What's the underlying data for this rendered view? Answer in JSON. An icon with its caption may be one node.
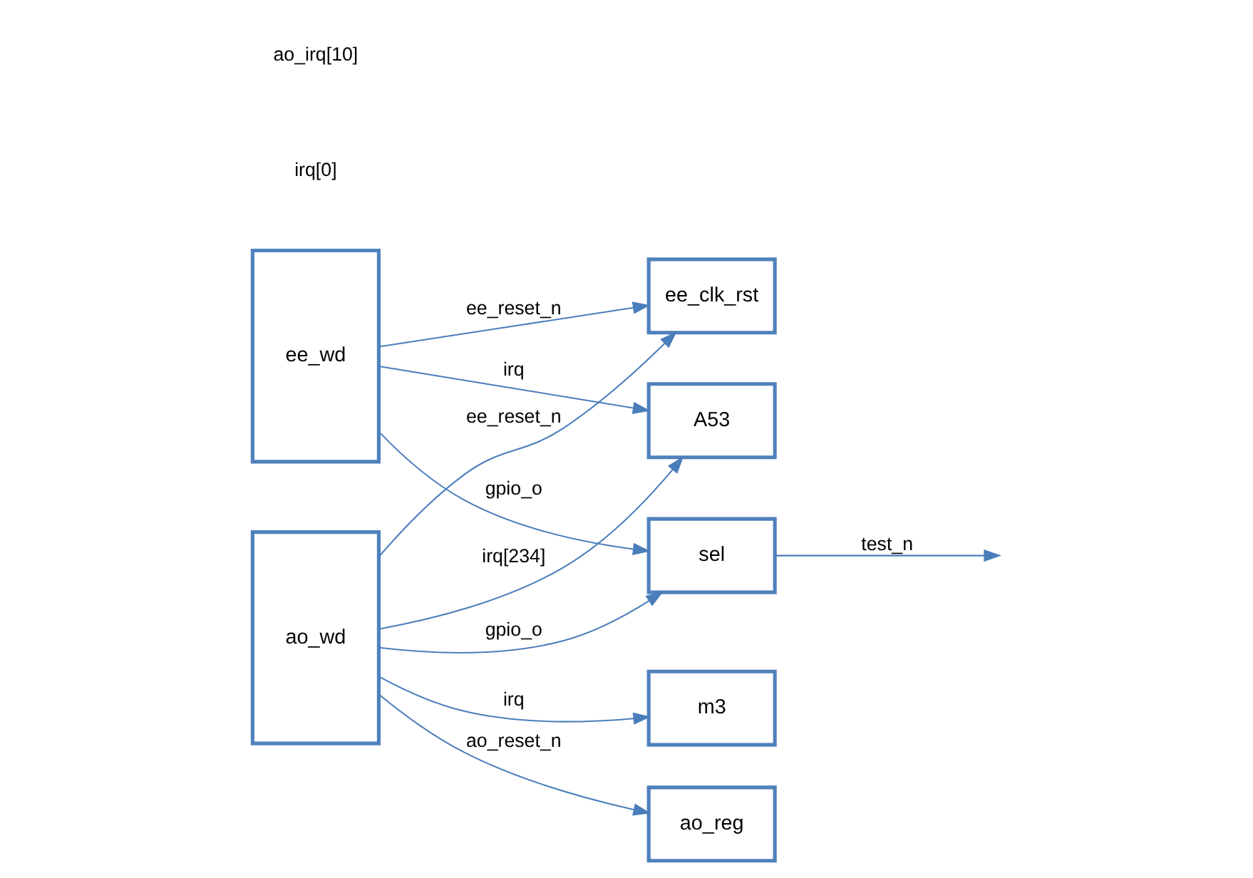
{
  "diagram": {
    "nodes": [
      {
        "text": [
          "ee_wd"
        ]
      },
      {
        "text": [
          "ee_clk_rst"
        ]
      },
      {
        "text": [
          "A53"
        ]
      },
      {
        "text": [
          "sel"
        ]
      },
      {
        "text": [
          "ao_wd"
        ]
      },
      {
        "text": [
          "m3"
        ]
      },
      {
        "text": [
          "ao_reg"
        ]
      }
    ],
    "edges": [
      {
        "from": 0,
        "to": 1,
        "arrow": "to",
        "label": "ee_reset_n"
      },
      {
        "from": 4,
        "to": 1,
        "arrow": "to",
        "label": "ee_reset_n"
      },
      {
        "from": 0,
        "to": 2,
        "arrow": "to",
        "label": "irq"
      },
      {
        "from": 4,
        "to": 2,
        "arrow": "to",
        "label": "irq[234]"
      },
      {
        "from": 0,
        "to": 3,
        "arrow": "to",
        "label": "gpio_o"
      },
      {
        "from": 3,
        "to": null,
        "arrow": "to",
        "label": "test_n"
      },
      {
        "from": 4,
        "to": 5,
        "arrow": "to",
        "label": "irq"
      },
      {
        "from": 4,
        "to": 3,
        "arrow": "to",
        "label": "gpio_o"
      },
      {
        "from": 4,
        "to": 6,
        "arrow": "to",
        "label": "ao_reset_n"
      }
    ],
    "labels": [
      "irq[0]",
      "ao_irq[10]"
    ]
  }
}
